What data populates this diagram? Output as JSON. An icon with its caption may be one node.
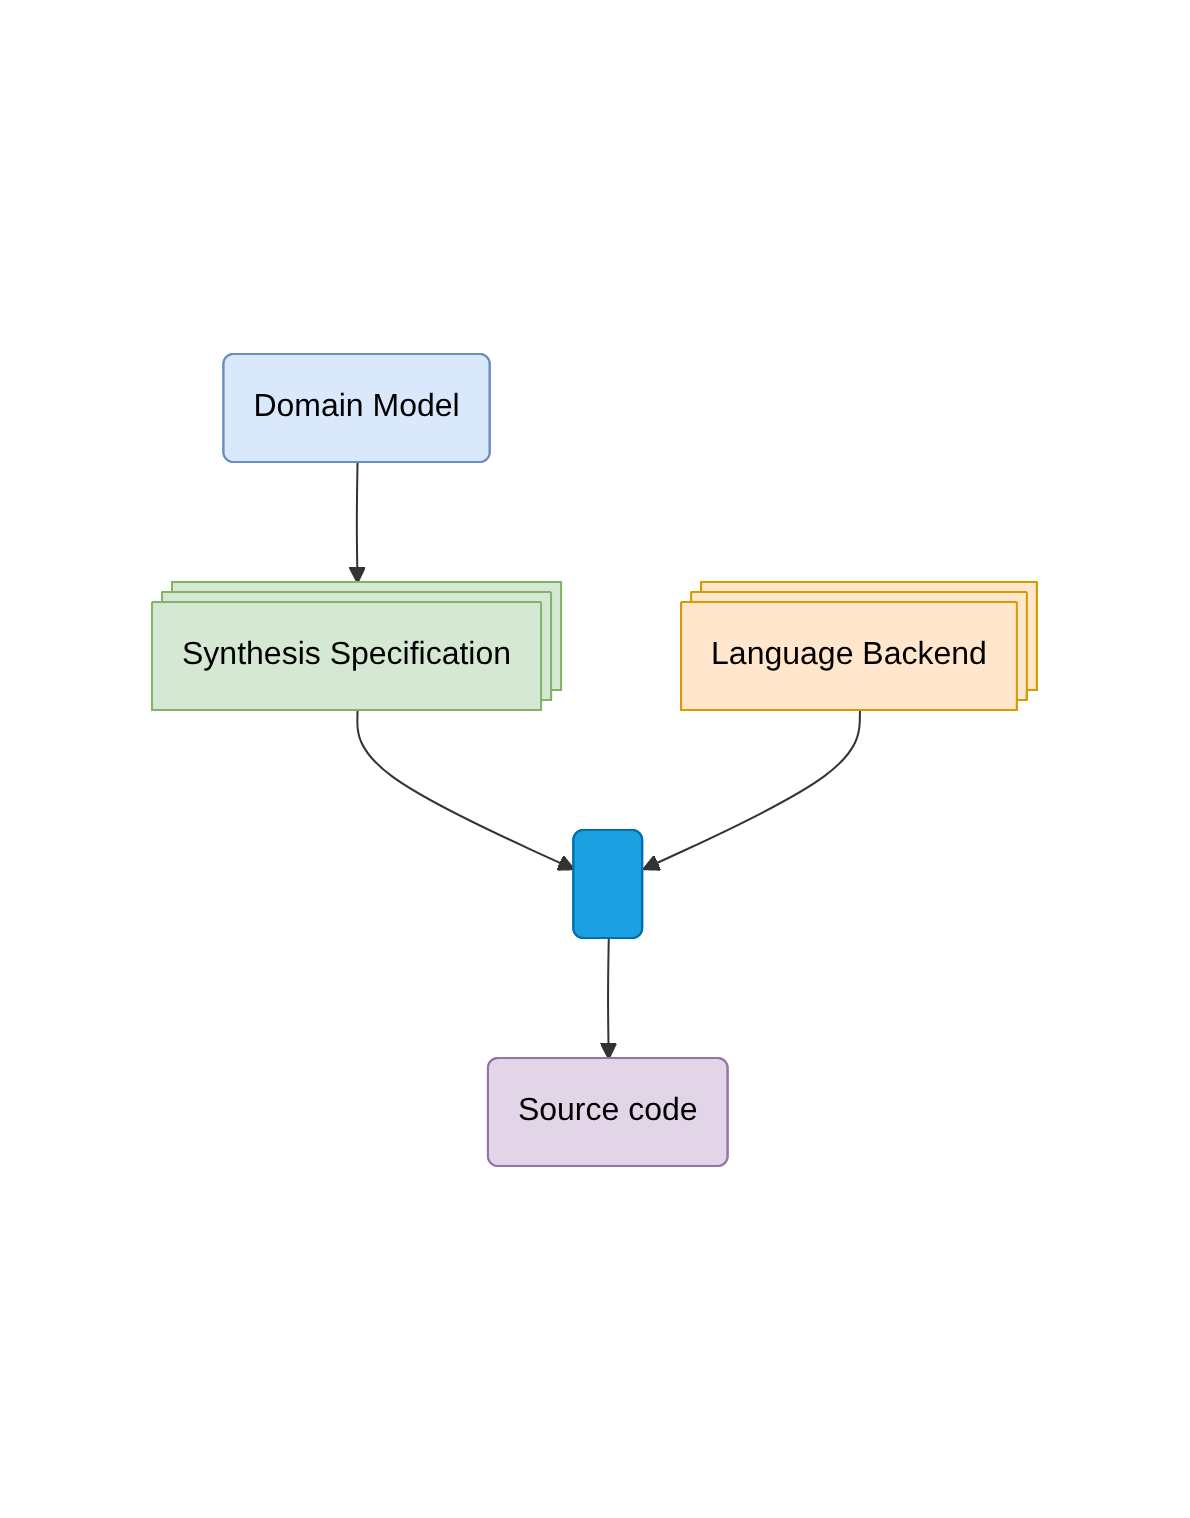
{
  "diagram": {
    "nodes": [
      {
        "text": [
          "Domain Model"
        ]
      },
      {
        "text": [
          "Synthesis Specification"
        ]
      },
      {
        "text": [
          "Language Backend"
        ]
      },
      {
        "text": [],
        "shape": "box"
      },
      {
        "text": [
          "Source code"
        ]
      }
    ],
    "edges": [
      {
        "from": 0,
        "to": 1,
        "arrow": "to"
      },
      {
        "from": 1,
        "to": 3,
        "arrow": "to"
      },
      {
        "from": 2,
        "to": 3,
        "arrow": "to"
      },
      {
        "from": 3,
        "to": 4,
        "arrow": "to"
      }
    ]
  }
}
